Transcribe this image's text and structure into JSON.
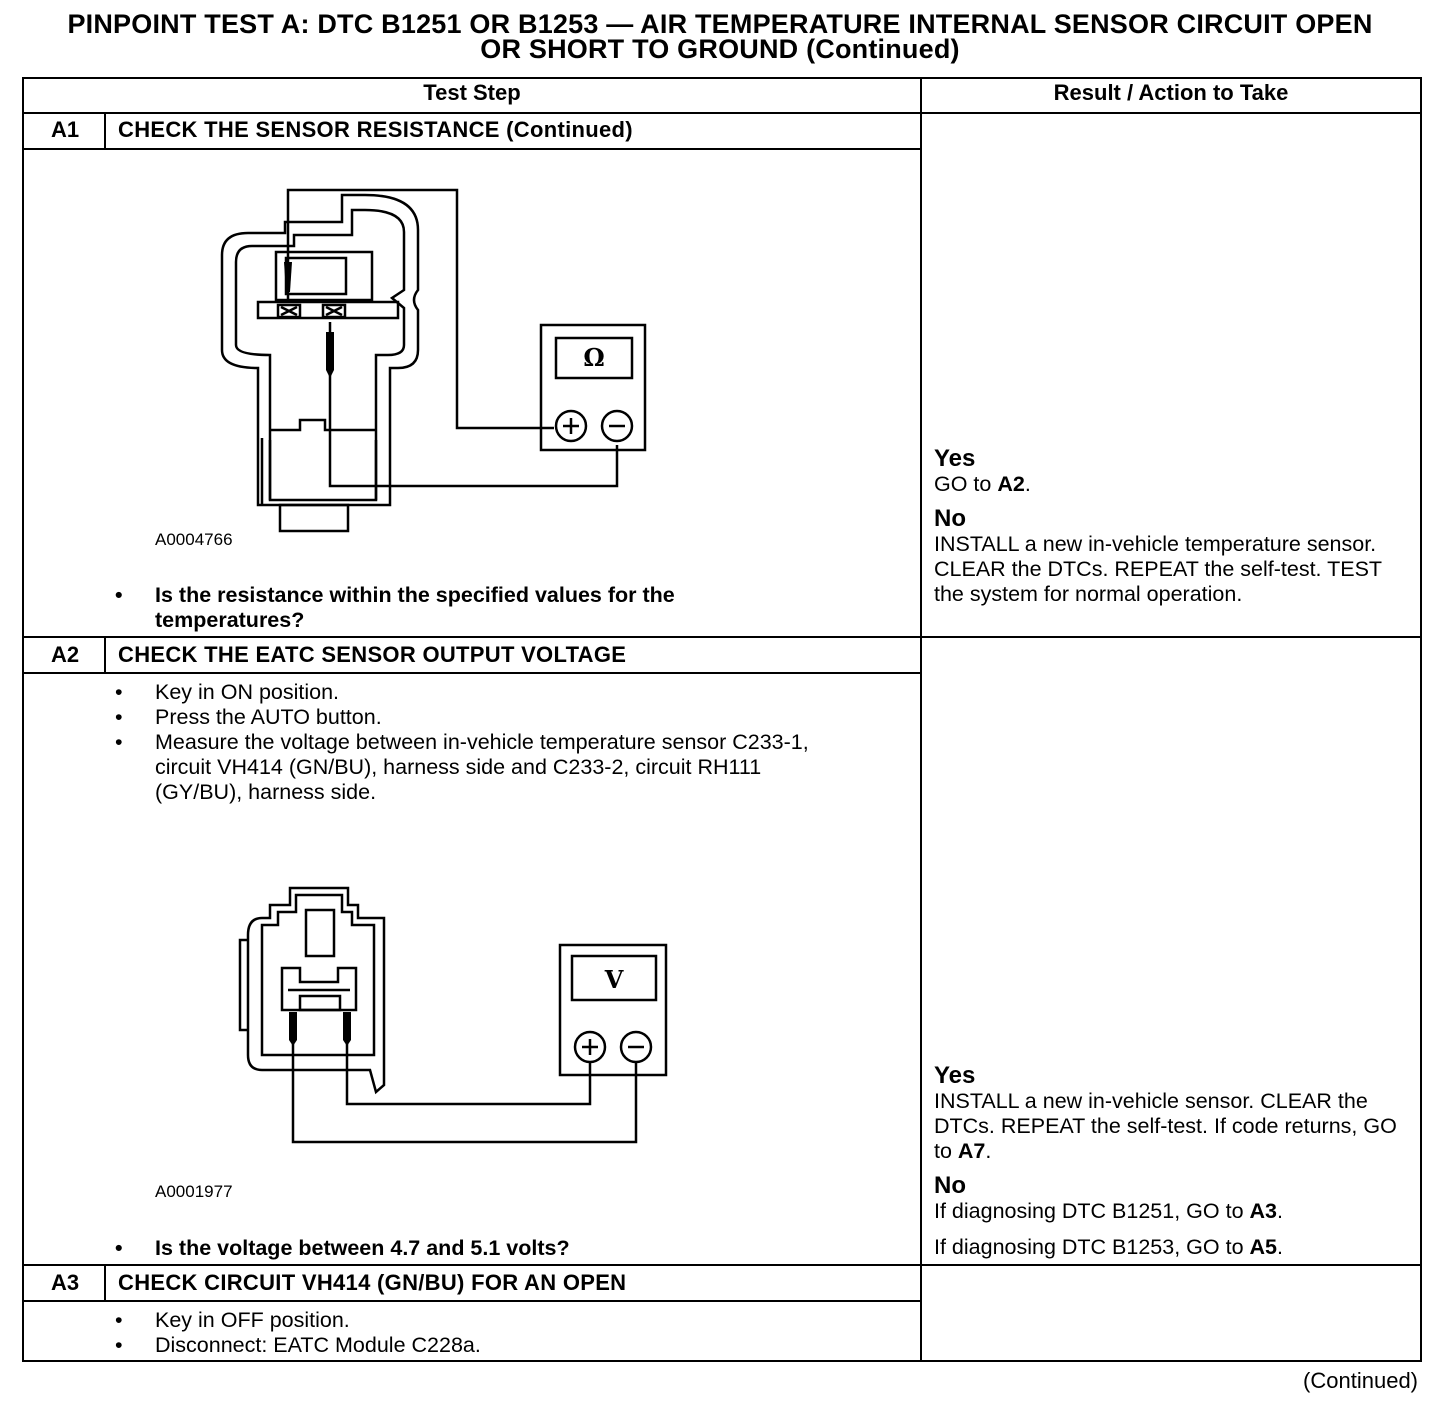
{
  "title_line1": "PINPOINT TEST A: DTC B1251 OR B1253 — AIR TEMPERATURE INTERNAL SENSOR CIRCUIT OPEN",
  "title_line2": "OR SHORT TO GROUND (Continued)",
  "headers": {
    "test_step": "Test Step",
    "result": "Result / Action to Take"
  },
  "steps": [
    {
      "id": "A1",
      "title": "CHECK THE SENSOR RESISTANCE (Continued)",
      "figure_id": "A0004766",
      "meter_symbol": "Ω",
      "question": "Is the resistance within the specified values for the temperatures?",
      "yes_label": "Yes",
      "yes_pre": "GO to ",
      "yes_ref": "A2",
      "yes_post": ".",
      "no_label": "No",
      "no_text": "INSTALL a new in-vehicle temperature sensor. CLEAR the DTCs. REPEAT the self-test. TEST the system for normal operation."
    },
    {
      "id": "A2",
      "title": "CHECK THE EATC SENSOR OUTPUT VOLTAGE",
      "bullets": [
        "Key in ON position.",
        "Press the AUTO button.",
        "Measure the voltage between in-vehicle temperature sensor C233-1, circuit VH414 (GN/BU), harness side and C233-2, circuit RH111 (GY/BU), harness side."
      ],
      "figure_id": "A0001977",
      "meter_symbol": "V",
      "question": "Is the voltage between 4.7 and 5.1 volts?",
      "yes_label": "Yes",
      "yes_pre": "INSTALL a new in-vehicle sensor. CLEAR the DTCs. REPEAT the self-test. If code returns, GO to ",
      "yes_ref": "A7",
      "yes_post": ".",
      "no_label": "No",
      "no1_pre": "If diagnosing DTC B1251, GO to ",
      "no1_ref": "A3",
      "no2_pre": "If diagnosing DTC B1253, GO to ",
      "no2_ref": "A5",
      "dot": "."
    },
    {
      "id": "A3",
      "title": "CHECK CIRCUIT VH414 (GN/BU) FOR AN OPEN",
      "bullets": [
        "Key in OFF position.",
        "Disconnect: EATC Module C228a."
      ]
    }
  ],
  "footer": "(Continued)"
}
